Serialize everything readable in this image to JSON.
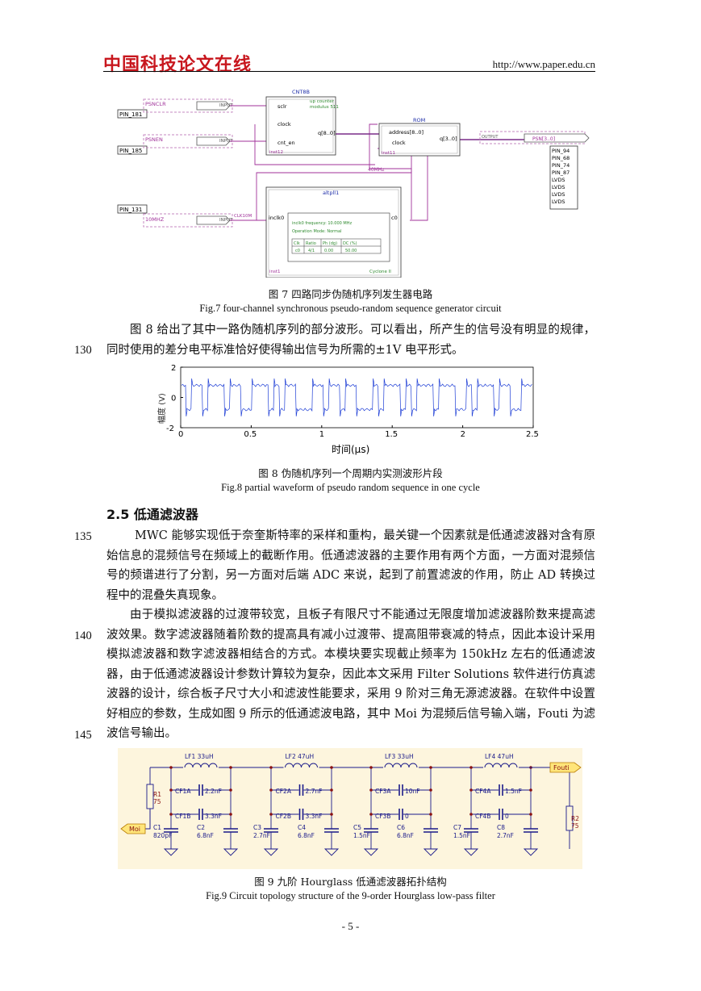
{
  "header": {
    "logo": "中国科技论文在线",
    "url": "http://www.paper.edu.cn"
  },
  "fig7": {
    "caption_zh": "图 7  四路同步伪随机序列发生器电路",
    "caption_en": "Fig.7 four-channel synchronous pseudo-random sequence generator circuit",
    "pins_left": [
      "PIN_181",
      "PIN_185",
      "PIN_131"
    ],
    "input_names": [
      "PSNCLR",
      "PSNEN",
      "10MHZ"
    ],
    "input_type": "INPUT",
    "cnt_title": "CNT8B",
    "cnt_sub": "up counter\nmodulus 511",
    "cnt_ports": [
      "sclr",
      "clock",
      "cnt_en",
      "q[8..0]"
    ],
    "cnt_inst": "inst12",
    "rom_title": "ROM",
    "rom_ports": [
      "address[8..0]",
      "clock",
      "q[3..0]"
    ],
    "rom_inst": "inst11",
    "clk_label": "40MHz",
    "out_bus": "PSN[3..0]",
    "out_type": "OUTPUT",
    "out_wire": "CLK10M",
    "pins_right": [
      "PIN_94",
      "PIN_68",
      "PIN_74",
      "PIN_87",
      "LVDS",
      "LVDS",
      "LVDS",
      "LVDS"
    ],
    "pll_title": "altpll1",
    "pll_in": "inclk0",
    "pll_out": "c0",
    "pll_info": [
      "inclk0 frequency: 10.000 MHz",
      "Operation Mode: Normal"
    ],
    "pll_table_head": [
      "Clk",
      "Ratio",
      "Ph (dg)",
      "DC (%)"
    ],
    "pll_table_row": [
      "c0",
      "4/1",
      "0.00",
      "50.00"
    ],
    "pll_inst": "inst1",
    "pll_dev": "Cyclone II"
  },
  "para1": {
    "lineno": "130",
    "text": "图 8 给出了其中一路伪随机序列的部分波形。可以看出，所产生的信号没有明显的规律，同时使用的差分电平标准恰好使得输出信号为所需的±1V 电平形式。"
  },
  "fig8": {
    "caption_zh": "图 8  伪随机序列一个周期内实测波形片段",
    "caption_en": "Fig.8 partial waveform of pseudo random sequence in one cycle"
  },
  "chart_data": {
    "type": "line",
    "xlabel": "时间(μs)",
    "ylabel": "幅度 (V)",
    "xlim": [
      0,
      2.5
    ],
    "ylim": [
      -2,
      2
    ],
    "xticks": [
      "0",
      "0.5",
      "1",
      "1.5",
      "2",
      "2.5"
    ],
    "yticks": [
      "2",
      "0",
      "-2"
    ],
    "series": [
      {
        "bits": "1011011101100111010110001101101100010111010111011100101110110011",
        "low": -0.8,
        "high": 0.8,
        "overshoot": 1.25,
        "bit_period_us": 0.039,
        "color": "#1f3fd6"
      }
    ]
  },
  "section": {
    "title": "2.5 低通滤波器"
  },
  "para2": {
    "lineno": "135",
    "text": "MWC 能够实现低于奈奎斯特率的采样和重构，最关键一个因素就是低通滤波器对含有原始信息的混频信号在频域上的截断作用。低通滤波器的主要作用有两个方面，一方面对混频信号的频谱进行了分割，另一方面对后端 ADC 来说，起到了前置滤波的作用，防止 AD 转换过程中的混叠失真现象。"
  },
  "para3": {
    "lineno1": "140",
    "lineno2": "145",
    "text": "由于模拟滤波器的过渡带较宽，且板子有限尺寸不能通过无限度增加滤波器阶数来提高滤波效果。数字滤波器随着阶数的提高具有减小过渡带、提高阻带衰减的特点，因此本设计采用模拟滤波器和数字滤波器相结合的方式。本模块要实现截止频率为 150kHz 左右的低通滤波器，由于低通滤波器设计参数计算较为复杂，因此本文采用 Filter Solutions 软件进行仿真滤波器的设计，综合板子尺寸大小和滤波性能要求，采用 9 阶对三角无源滤波器。在软件中设置好相应的参数，生成如图 9 所示的低通滤波电路，其中 Moi 为混频后信号输入端，Fouti 为滤波信号输出。"
  },
  "fig9": {
    "caption_zh": "图 9  九阶 Hourglass 低通滤波器拓扑结构",
    "caption_en": "Fig.9 Circuit topology structure of the 9-order Hourglass low-pass filter",
    "inductors": [
      "LF1  33uH",
      "LF2  47uH",
      "LF3  33uH",
      "LF4  47uH"
    ],
    "cap_top": [
      "CF1A",
      "2.2nF",
      "CF2A",
      "2.7nF",
      "CF3A",
      "10nF",
      "CF4A",
      "1.5nF"
    ],
    "cap_mid": [
      "CF1B",
      "3.3nF",
      "CF2B",
      "3.3nF",
      "CF3B",
      "0",
      "CF4B",
      "0"
    ],
    "shunt": [
      [
        "C1",
        "820pF"
      ],
      [
        "C2",
        "6.8nF"
      ],
      [
        "C3",
        "2.7nF"
      ],
      [
        "C4",
        "6.8nF"
      ],
      [
        "C5",
        "1.5nF"
      ],
      [
        "C6",
        "6.8nF"
      ],
      [
        "C7",
        "1.5nF"
      ],
      [
        "C8",
        "2.7nF"
      ]
    ],
    "r1": [
      "R1",
      "75"
    ],
    "r2": [
      "R2",
      "75"
    ],
    "in_port": "Moi",
    "out_port": "Fouti"
  },
  "footer": {
    "page": "- 5 -"
  }
}
